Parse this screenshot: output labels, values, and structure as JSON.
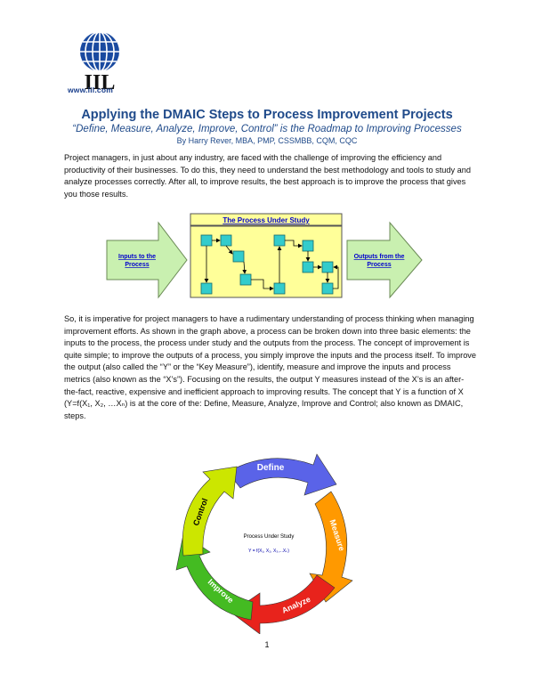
{
  "header": {
    "logo_text": "IIL",
    "logo_url": "www.iil.com"
  },
  "document": {
    "title": "Applying the DMAIC Steps to Process Improvement Projects",
    "subtitle": "“Define, Measure, Analyze, Improve, Control” is the Roadmap to Improving Processes",
    "author": "By Harry Rever, MBA, PMP, CSSMBB, CQM, CQC",
    "paragraph_1": "Project managers, in just about any industry, are faced with the challenge of improving the efficiency and productivity of their businesses. To do this, they need to understand the best methodology and tools to study and analyze processes correctly. After all, to improve results, the best approach is to improve the process that gives you those results.",
    "paragraph_2": "So, it is imperative for project managers to have a rudimentary understanding of process thinking when managing improvement efforts. As shown in the graph above, a process can be broken down into three basic elements: the inputs to the process, the process under study and the outputs from the process. The concept of improvement is quite simple; to improve the outputs of a process, you simply improve the inputs and the process itself. To improve the output (also called the “Y” or the “Key Measure”), identify, measure and improve the inputs and process metrics (also known as the “X’s”). Focusing on the results, the output Y measures instead of the X’s is an after-the-fact, reactive, expensive and inefficient approach to improving results. The concept that Y is a function of X (Y=f(X₁, X₂, …Xₙ) is at the core of the: Define, Measure, Analyze, Improve and Control; also known as DMAIC, steps.",
    "page_number": "1"
  },
  "process_figure": {
    "title": "The Process Under Study",
    "input_label_line1": "Inputs to the",
    "input_label_line2": "Process",
    "output_label_line1": "Outputs from the",
    "output_label_line2": "Process"
  },
  "dmaic_figure": {
    "steps": [
      "Define",
      "Measure",
      "Analyze",
      "Improve",
      "Control"
    ],
    "center_title": "Process Under Study",
    "center_formula": "Y = f(X₁, X₂, X₃,...Xₙ)"
  },
  "colors": {
    "title_blue": "#1f4a8a",
    "arrow_green": "#c9f0b0",
    "process_box": "#ffff99",
    "step_box": "#33cccc",
    "define": "#5a63e8",
    "measure": "#ff9900",
    "analyze": "#e8231c",
    "improve": "#44bb22",
    "control": "#cce600"
  }
}
